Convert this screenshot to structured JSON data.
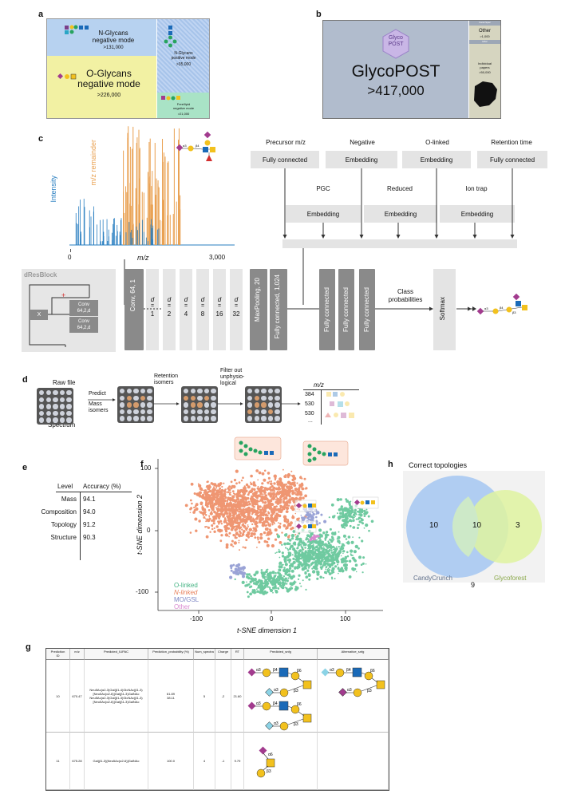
{
  "panels": {
    "a": "a",
    "b": "b",
    "c": "c",
    "d": "d",
    "e": "e",
    "f": "f",
    "g": "g",
    "h": "h"
  },
  "a": {
    "n_glycans_neg": "N-Glycans\nnegative mode",
    "n_glycans_neg_count": ">131,000",
    "o_glycans_neg": "O-Glycans\nnegative mode",
    "o_glycans_neg_count": ">226,000",
    "n_glycans_pos": "N-Glycans\npositive mode",
    "n_glycans_pos_count": ">35,000",
    "free_lipid_neg": "Free/lipid\nnegative mode",
    "free_lipid_neg_count": ">21,000",
    "colors": {
      "blue": "#b7d2f0",
      "yellow": "#f2f1a3",
      "blue_hatched": "#a7c4ea",
      "green": "#a9e3c6"
    }
  },
  "b": {
    "logo_text": "GlycoPOST",
    "logo_line1": "Glyco",
    "logo_line2": "POST",
    "title": "GlycoPOST",
    "count": ">417,000",
    "other_label": "Other",
    "other_count": ">1,000",
    "small_top": "Cand.Spec",
    "small_mid": "MSV",
    "individual_label": "Individual\npapers",
    "individual_count": ">50,000",
    "colors": {
      "main": "#b1bccd",
      "side": "#d6d5c0"
    }
  },
  "c": {
    "y_label_intensity": "Intensity",
    "y_label_remainder": "m/z remainder",
    "x_label": "m/z",
    "x_ticks": [
      "0",
      "3,000"
    ],
    "inputs_top": [
      "Precursor m/z",
      "Negative",
      "O-linked",
      "Retention time"
    ],
    "layers_top": [
      "Fully connected",
      "Embedding",
      "Embedding",
      "Fully connected"
    ],
    "inputs_mid": [
      "PGC",
      "Reduced",
      "Ion trap"
    ],
    "layers_mid": [
      "Embedding",
      "Embedding",
      "Embedding"
    ],
    "dresblock": "dResBlock",
    "plus": "+",
    "x": "X",
    "conv_a": "Conv\n64,2,d",
    "conv_b": "Conv\n64,2,d",
    "conv_first": "Conv, 64, 1",
    "d_letter": "d",
    "eq": "=",
    "d_values": [
      "1",
      "2",
      "4",
      "8",
      "16",
      "32"
    ],
    "maxpool": "MaxPooling, 20",
    "fc_1024": "Fully connected, 1,024",
    "fc_labels": [
      "Fully connected",
      "Fully connected",
      "Fully connected"
    ],
    "class_prob": "Class\nprobabilities",
    "softmax": "Softmax",
    "glycan_links": {
      "a3": "α3",
      "b4": "β4",
      "b6": "β6",
      "a6": "α6",
      "a2": "α2",
      "b3": "β3"
    },
    "colors": {
      "intensity": "#2a7fc1",
      "remainder": "#e9a050"
    }
  },
  "d": {
    "raw_file": "Raw file",
    "spectrum": "Spectrum",
    "predict": "Predict",
    "mass_isomers": "Mass\nisomers",
    "retention_isomers": "Retention\nisomers",
    "filter_out": "Filter out\nunphysio-\nlogical",
    "mz_header": "m/z",
    "mz_values": [
      "384",
      "530",
      "530",
      "..."
    ]
  },
  "e": {
    "headers": [
      "Level",
      "Accuracy (%)"
    ],
    "rows": [
      [
        "Mass",
        "94.1"
      ],
      [
        "Composition",
        "94.0"
      ],
      [
        "Topology",
        "91.2"
      ],
      [
        "Structure",
        "90.3"
      ]
    ]
  },
  "f": {
    "x_label": "t-SNE dimension 1",
    "y_label": "t-SNE dimension 2",
    "x_ticks": [
      "-100",
      "0",
      "100"
    ],
    "y_ticks": [
      "100",
      "0",
      "-100"
    ],
    "legend": [
      "O-linked",
      "N-linked",
      "MO/GSL",
      "Other"
    ],
    "legend_colors": [
      "#6fcaa0",
      "#ef9672",
      "#9aa3d6",
      "#d98ad0"
    ]
  },
  "h": {
    "title": "Correct topologies",
    "left_name": "CandyCrunch",
    "right_name": "Glycoforest",
    "left_only": "10",
    "both": "10",
    "right_only": "3",
    "below": "9",
    "colors": {
      "left": "#a8c9f2",
      "right": "#dff3a0",
      "overlap": "#cde9c8"
    }
  },
  "g": {
    "columns": [
      "Prediction\nID",
      "m/z",
      "Predicted_IUPAC",
      "Prediction_probability (%)",
      "Num_spectra",
      "Charge",
      "RT",
      "Predicted_snfg",
      "Alternative_snfg"
    ],
    "rows": [
      {
        "id": "10",
        "mz": "670.47",
        "iupac": "Neu5Ac(α2-3)Gal(β1-4)GlcNAc(β1-3)[Neu5Ac(α2-6)]Gal(β1-3)GalNAc\nNeu5Ac(α2-3)Gal(β1-3)GlcNAc(β1-3)[Neu5Ac(α2-6)]Gal(β1-3)GalNAc",
        "prob": "61.89\n38.11",
        "num": "5",
        "charge": "-2",
        "rt": "21.60"
      },
      {
        "id": "11",
        "mz": "675.28",
        "iupac": "Gal(β1-3)[Neu5Ac(α2-6)]GalNAc",
        "prob": "100.0",
        "num": "4",
        "charge": "-1",
        "rt": "9.79"
      }
    ]
  }
}
